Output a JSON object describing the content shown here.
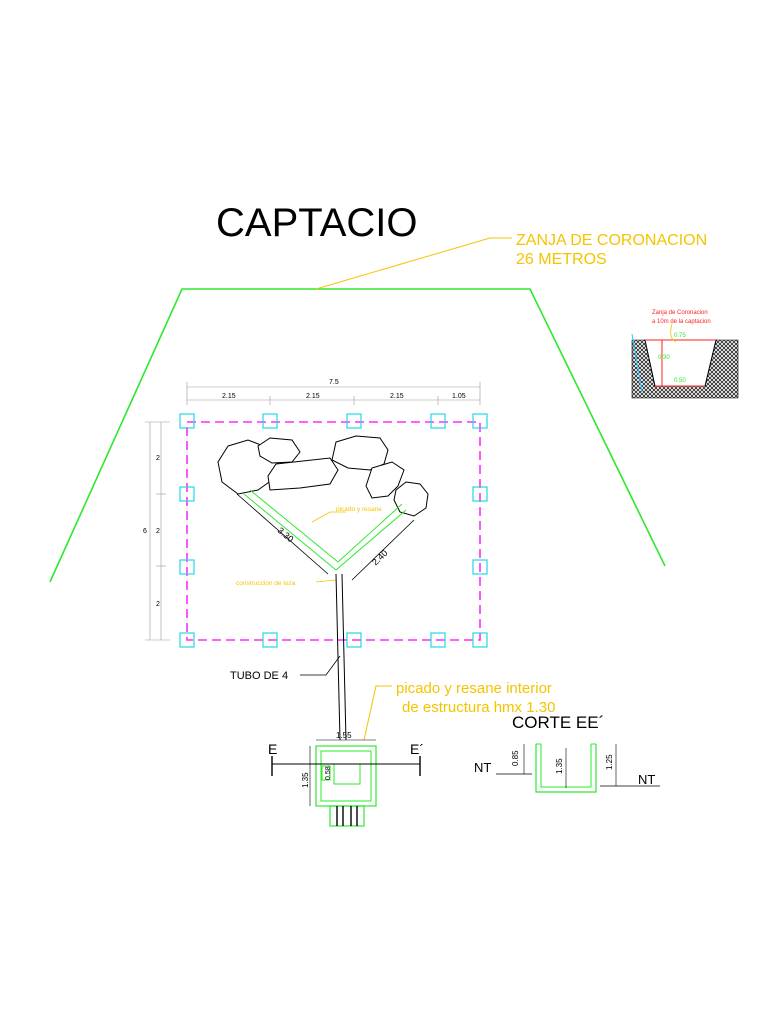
{
  "title": "CAPTACIO",
  "zanja": {
    "line1": "ZANJA DE CORONACION",
    "line2": "26 METROS"
  },
  "detail_inset": {
    "note1": "Zanja de Coronacion",
    "note2": "a 10m de la captacion",
    "dim_top": "0.75",
    "dim_mid": "0.30",
    "dim_bottom": "0.50"
  },
  "plan": {
    "total_width": "7.5",
    "segments": [
      "2.15",
      "2.15",
      "2.15",
      "1.05"
    ],
    "total_height": "6",
    "vertical_segments": [
      "2",
      "2",
      "2"
    ],
    "channel_left": "3.30",
    "channel_right": "2.40",
    "note_picado": "picado y resane",
    "note_losa": "construccion de loza"
  },
  "pipe_label": "TUBO DE 4",
  "structure_note": {
    "line1": "picado y resane interior",
    "line2": "de estructura hmx 1.30"
  },
  "structure": {
    "width": "1.55",
    "height": "1.35",
    "inner": "0.58",
    "section_left": "E",
    "section_right": "E´"
  },
  "section": {
    "title": "CORTE EE´",
    "nt_left": "NT",
    "nt_right": "NT",
    "dim_left": "0.85",
    "dim_mid": "1.35",
    "dim_right": "1.25"
  }
}
